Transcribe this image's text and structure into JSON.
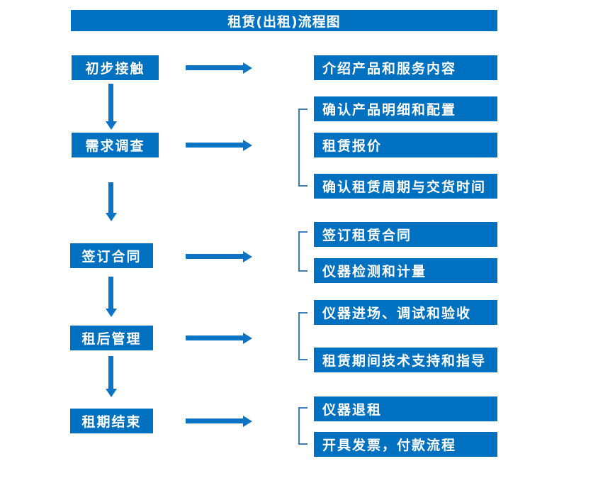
{
  "title": "租赁(出租)流程图",
  "colors": {
    "box_blue": "#0070c0",
    "arrow_blue": "#0d73c4",
    "bracket_blue": "#3c80c4",
    "text_white": "#ffffff",
    "background": "#ffffff"
  },
  "left_steps": [
    {
      "label": "初步接触"
    },
    {
      "label": "需求调查"
    },
    {
      "label": "签订合同"
    },
    {
      "label": "租后管理"
    },
    {
      "label": "租期结束"
    }
  ],
  "right_steps": [
    {
      "label": "介绍产品和服务内容"
    },
    {
      "label": "确认产品明细和配置"
    },
    {
      "label": "租赁报价"
    },
    {
      "label": "确认租赁周期与交货时间"
    },
    {
      "label": "签订租赁合同"
    },
    {
      "label": "仪器检测和计量"
    },
    {
      "label": "仪器进场、调试和验收"
    },
    {
      "label": "租赁期间技术支持和指导"
    },
    {
      "label": "仪器退租"
    },
    {
      "label": "开具发票，付款流程"
    }
  ],
  "sequence": [
    "初步接触",
    "需求调查",
    "签订合同",
    "租后管理",
    "租期结束"
  ],
  "flow": [
    {
      "from": "初步接触",
      "to": [
        "介绍产品和服务内容"
      ]
    },
    {
      "from": "需求调查",
      "to": [
        "确认产品明细和配置",
        "租赁报价",
        "确认租赁周期与交货时间"
      ]
    },
    {
      "from": "签订合同",
      "to": [
        "签订租赁合同",
        "仪器检测和计量"
      ]
    },
    {
      "from": "租后管理",
      "to": [
        "仪器进场、调试和验收",
        "租赁期间技术支持和指导"
      ]
    },
    {
      "from": "租期结束",
      "to": [
        "仪器退租",
        "开具发票，付款流程"
      ]
    }
  ]
}
